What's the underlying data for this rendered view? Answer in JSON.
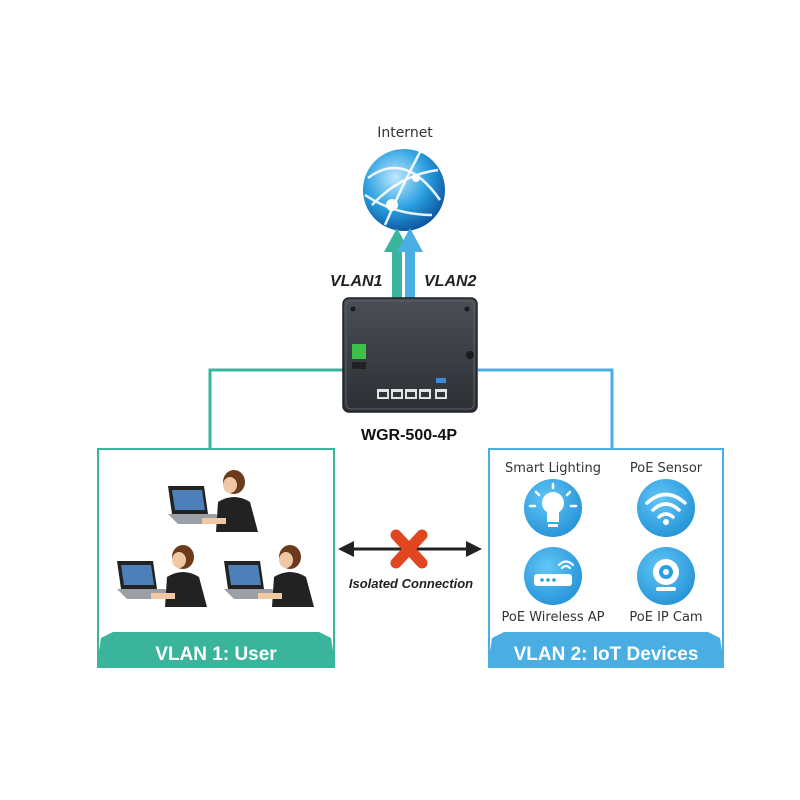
{
  "internet_label": "Internet",
  "uplinks": [
    "VLAN1",
    "VLAN2"
  ],
  "device_name": "WGR-500-4P",
  "isolation_label": "Isolated Connection",
  "vlan_user": {
    "title": "VLAN 1: User",
    "color": "#3bb49c"
  },
  "vlan_iot": {
    "title": "VLAN 2: IoT Devices",
    "color": "#4aaee3",
    "devices": [
      {
        "label": "Smart Lighting",
        "icon": "light-bulb-icon"
      },
      {
        "label": "PoE Sensor",
        "icon": "wifi-sensor-icon"
      },
      {
        "label": "PoE Wireless AP",
        "icon": "wireless-ap-icon"
      },
      {
        "label": "PoE IP Cam",
        "icon": "ip-camera-icon"
      }
    ]
  },
  "colors": {
    "vlan1": "#3bb49c",
    "vlan2": "#4aaee3",
    "isolation_x": "#e0461f"
  }
}
